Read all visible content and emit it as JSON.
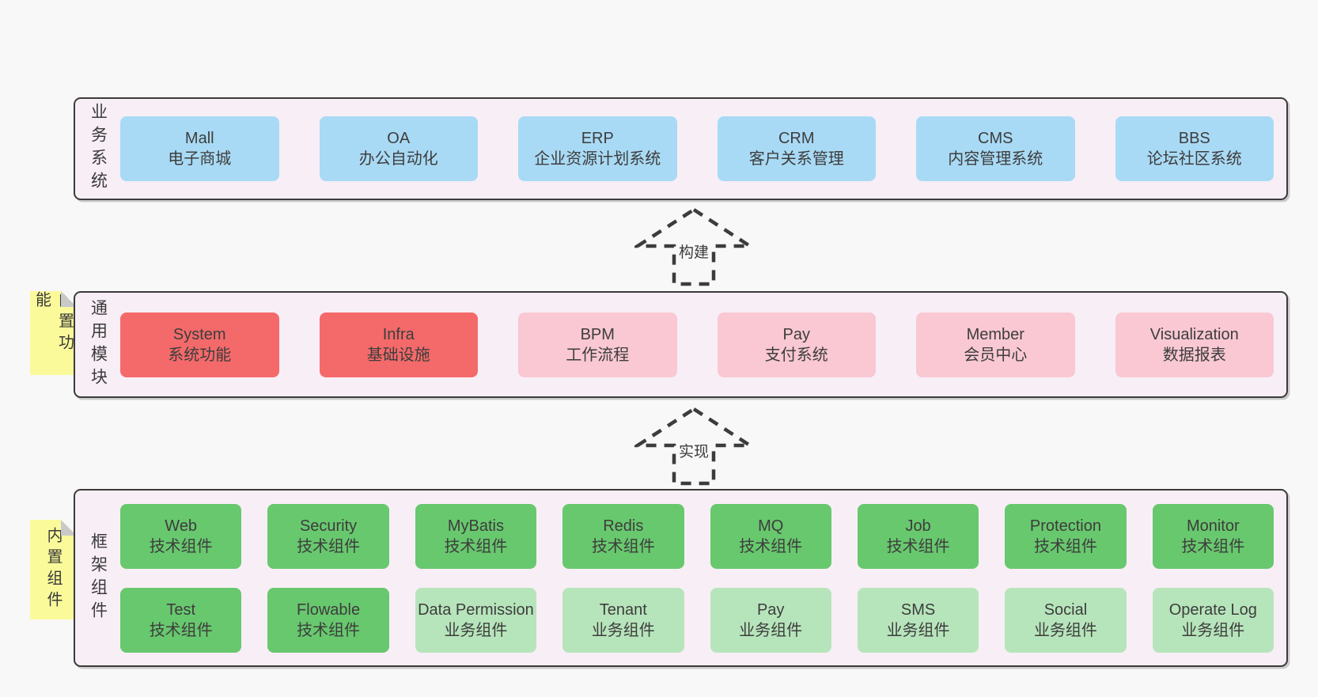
{
  "colors": {
    "page_bg": "#f8f8f8",
    "panel_bg": "#f8eef6",
    "panel_border": "#3b3b3b",
    "blue_box": "#a9daf5",
    "red_box": "#f46a6a",
    "pink_box": "#f9c8d3",
    "green_box": "#68c86e",
    "green_light_box": "#b7e5bb",
    "sticky_yellow": "#fafa9b",
    "sticky_fold": "#c9c9c9",
    "text": "#3d3d3d"
  },
  "sections": {
    "business": {
      "label": "业务系统",
      "boxes": [
        {
          "name": "Mall",
          "desc": "电子商城"
        },
        {
          "name": "OA",
          "desc": "办公自动化"
        },
        {
          "name": "ERP",
          "desc": "企业资源计划系统"
        },
        {
          "name": "CRM",
          "desc": "客户关系管理"
        },
        {
          "name": "CMS",
          "desc": "内容管理系统"
        },
        {
          "name": "BBS",
          "desc": "论坛社区系统"
        }
      ]
    },
    "modules": {
      "label": "通用模块",
      "sticky": "内置功能",
      "boxes": [
        {
          "name": "System",
          "desc": "系统功能",
          "variant": "red"
        },
        {
          "name": "Infra",
          "desc": "基础设施",
          "variant": "red"
        },
        {
          "name": "BPM",
          "desc": "工作流程",
          "variant": "pink"
        },
        {
          "name": "Pay",
          "desc": "支付系统",
          "variant": "pink"
        },
        {
          "name": "Member",
          "desc": "会员中心",
          "variant": "pink"
        },
        {
          "name": "Visualization",
          "desc": "数据报表",
          "variant": "pink"
        }
      ]
    },
    "components": {
      "label": "框架组件",
      "sticky": "内置组件",
      "rows": [
        [
          {
            "name": "Web",
            "desc": "技术组件",
            "variant": "green"
          },
          {
            "name": "Security",
            "desc": "技术组件",
            "variant": "green"
          },
          {
            "name": "MyBatis",
            "desc": "技术组件",
            "variant": "green"
          },
          {
            "name": "Redis",
            "desc": "技术组件",
            "variant": "green"
          },
          {
            "name": "MQ",
            "desc": "技术组件",
            "variant": "green"
          },
          {
            "name": "Job",
            "desc": "技术组件",
            "variant": "green"
          },
          {
            "name": "Protection",
            "desc": "技术组件",
            "variant": "green"
          },
          {
            "name": "Monitor",
            "desc": "技术组件",
            "variant": "green"
          }
        ],
        [
          {
            "name": "Test",
            "desc": "技术组件",
            "variant": "green"
          },
          {
            "name": "Flowable",
            "desc": "技术组件",
            "variant": "green"
          },
          {
            "name": "Data Permission",
            "desc": "业务组件",
            "variant": "green-light"
          },
          {
            "name": "Tenant",
            "desc": "业务组件",
            "variant": "green-light"
          },
          {
            "name": "Pay",
            "desc": "业务组件",
            "variant": "green-light"
          },
          {
            "name": "SMS",
            "desc": "业务组件",
            "variant": "green-light"
          },
          {
            "name": "Social",
            "desc": "业务组件",
            "variant": "green-light"
          },
          {
            "name": "Operate Log",
            "desc": "业务组件",
            "variant": "green-light"
          }
        ]
      ]
    }
  },
  "arrows": [
    {
      "label": "构建"
    },
    {
      "label": "实现"
    }
  ]
}
